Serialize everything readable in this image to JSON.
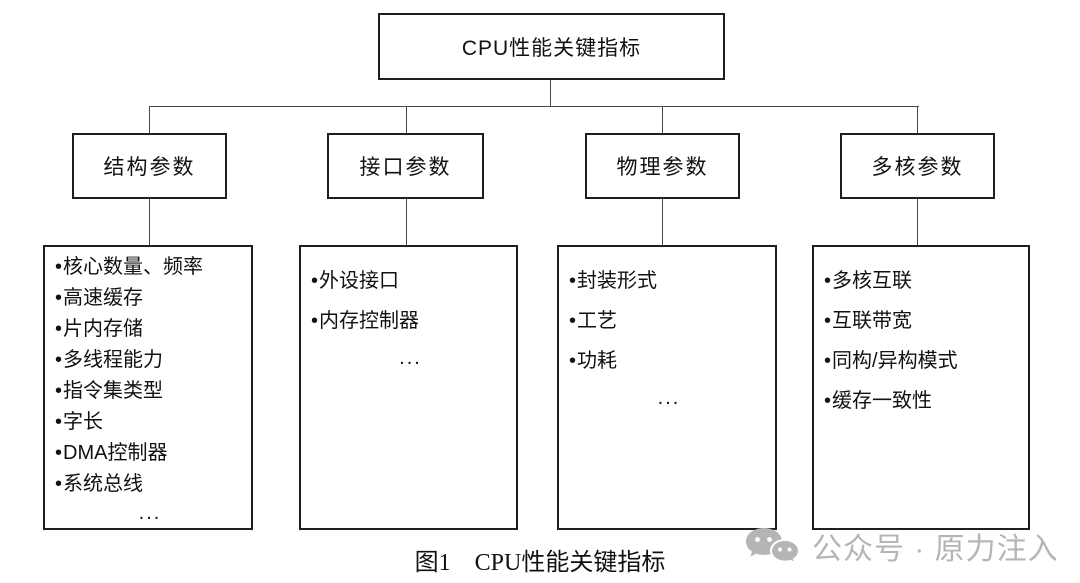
{
  "diagram": {
    "root": {
      "label": "CPU性能关键指标"
    },
    "branches": [
      {
        "label": "结构参数",
        "items": [
          "核心数量、频率",
          "高速缓存",
          "片内存储",
          "多线程能力",
          "指令集类型",
          "字长",
          "DMA控制器",
          "系统总线"
        ],
        "ellipsis": "..."
      },
      {
        "label": "接口参数",
        "items": [
          "外设接口",
          "内存控制器"
        ],
        "ellipsis": "..."
      },
      {
        "label": "物理参数",
        "items": [
          "封装形式",
          "工艺",
          "功耗"
        ],
        "ellipsis": "..."
      },
      {
        "label": "多核参数",
        "items": [
          "多核互联",
          "互联带宽",
          "同构/异构模式",
          "缓存一致性"
        ],
        "ellipsis": ""
      }
    ],
    "caption": "图1　CPU性能关键指标",
    "watermark": {
      "icon": "wechat-icon",
      "text": "公众号 · 原力注入",
      "color": "#b5b5b5"
    },
    "colors": {
      "box_border": "#1f1f1f",
      "connector_line": "#4a4a4a",
      "background": "#ffffff",
      "text": "#111111"
    }
  }
}
